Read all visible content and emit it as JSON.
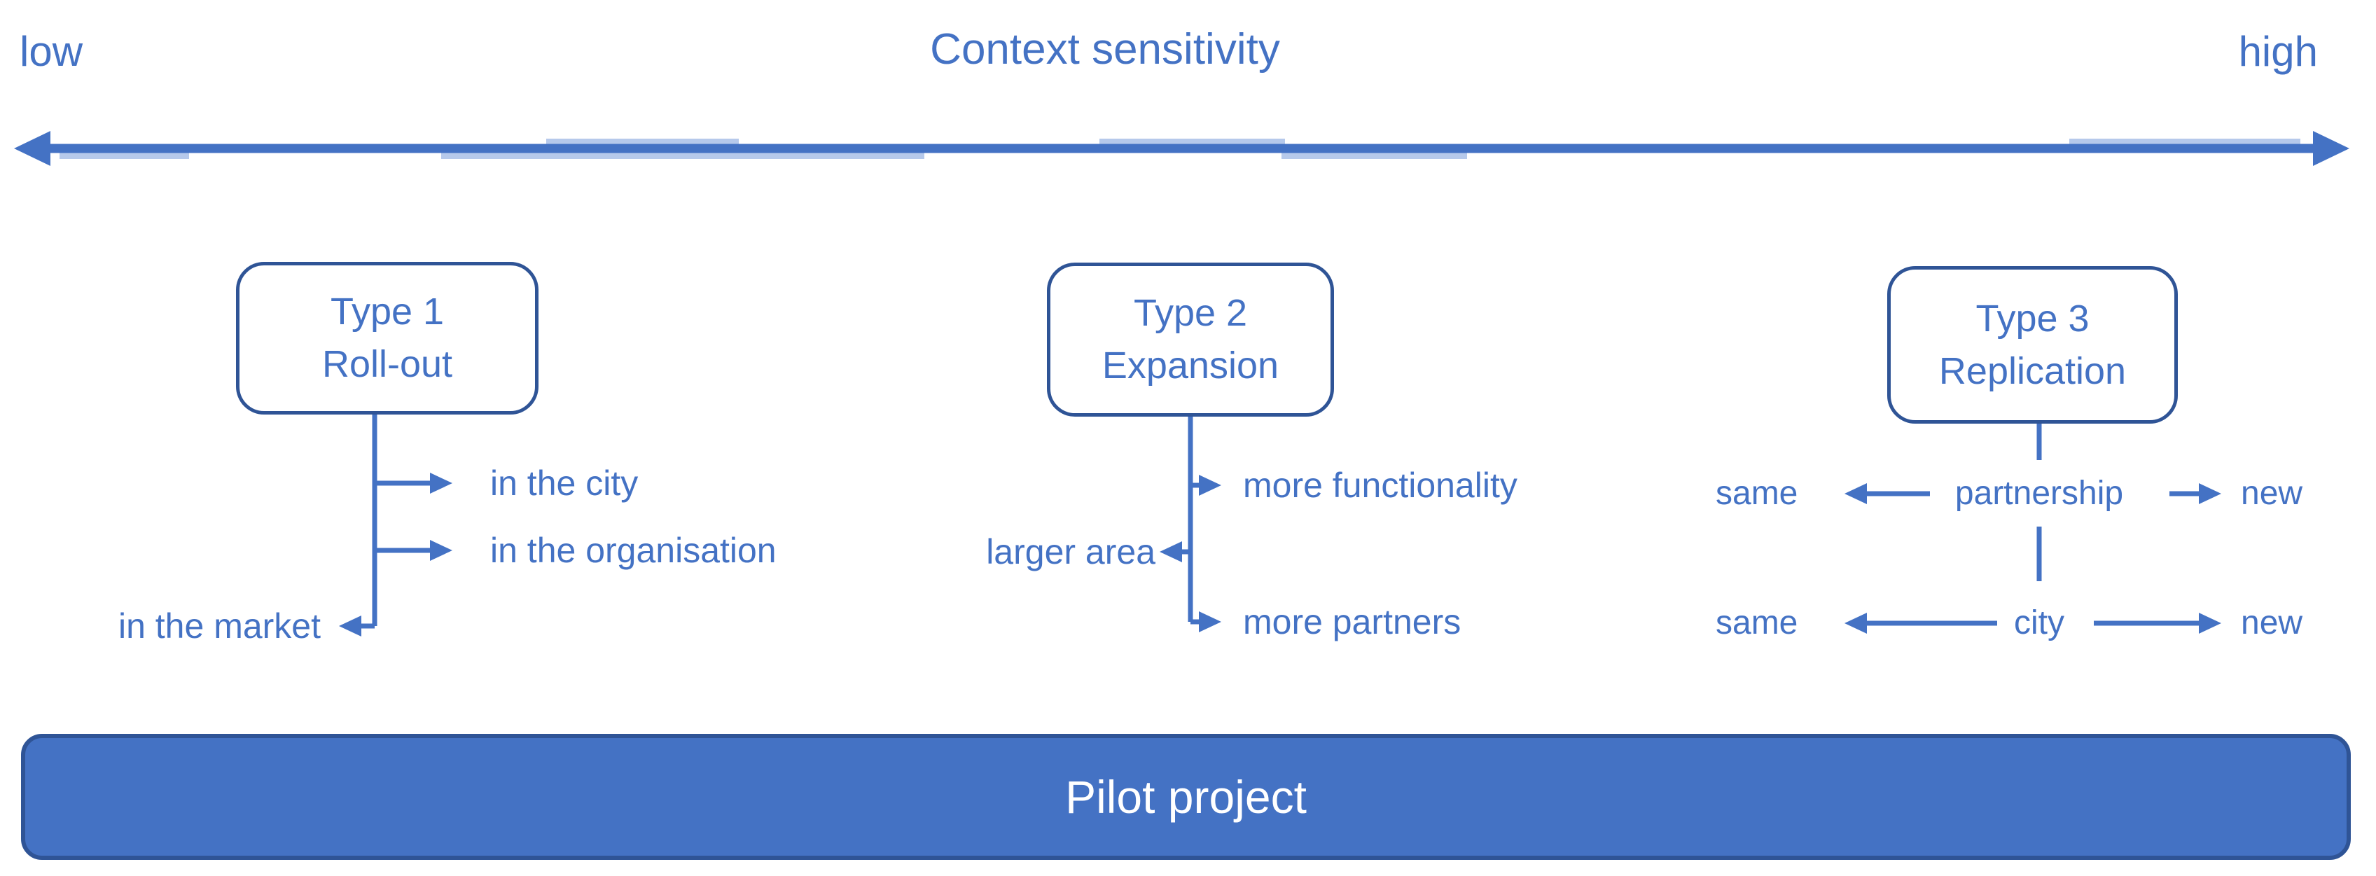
{
  "axis": {
    "low_label": "low",
    "title": "Context sensitivity",
    "high_label": "high"
  },
  "types": [
    {
      "line1": "Type 1",
      "line2": "Roll-out",
      "branches": {
        "city": "in the city",
        "organisation": "in the organisation",
        "market": "in the market"
      }
    },
    {
      "line1": "Type 2",
      "line2": "Expansion",
      "branches": {
        "functionality": "more functionality",
        "area": "larger area",
        "partners": "more partners"
      }
    },
    {
      "line1": "Type 3",
      "line2": "Replication",
      "rows": [
        {
          "left": "same",
          "center": "partnership",
          "right": "new"
        },
        {
          "left": "same",
          "center": "city",
          "right": "new"
        }
      ]
    }
  ],
  "pilot": {
    "label": "Pilot project"
  },
  "colors": {
    "accent": "#4472C4",
    "dark_border": "#2F5496",
    "light_band": "#A9BFE8",
    "pilot_text": "#FFFFFF"
  }
}
